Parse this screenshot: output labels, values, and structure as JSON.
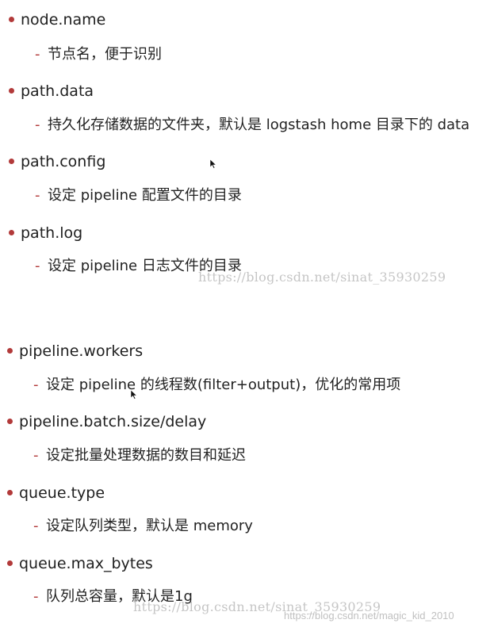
{
  "items": [
    {
      "key": "node.name",
      "desc": "节点名，便于识别"
    },
    {
      "key": "path.data",
      "desc": "持久化存储数据的文件夹，默认是 logstash home 目录下的 data"
    },
    {
      "key": "path.config",
      "desc": "设定 pipeline 配置文件的目录"
    },
    {
      "key": "path.log",
      "desc": "设定 pipeline 日志文件的目录"
    },
    {
      "key": "pipeline.workers",
      "desc": "设定 pipeline 的线程数(filter+output)，优化的常用项"
    },
    {
      "key": "pipeline.batch.size/delay",
      "desc": "设定批量处理数据的数目和延迟"
    },
    {
      "key": "queue.type",
      "desc": "设定队列类型，默认是 memory"
    },
    {
      "key": "queue.max_bytes",
      "desc": "队列总容量，默认是1g"
    }
  ],
  "dash": "-",
  "watermarks": {
    "mid": "https://blog.csdn.net/sinat_35930259",
    "bottom": "https://blog.csdn.net/sinat_35930259",
    "bottom_small": "https://blog.csdn.net/magic_kid_2010"
  },
  "colors": {
    "bullet": "#b23a3a",
    "text": "#1f1f1f",
    "watermark": "#969696"
  },
  "icons": [
    "bullet-dot-icon",
    "mouse-cursor-icon"
  ]
}
